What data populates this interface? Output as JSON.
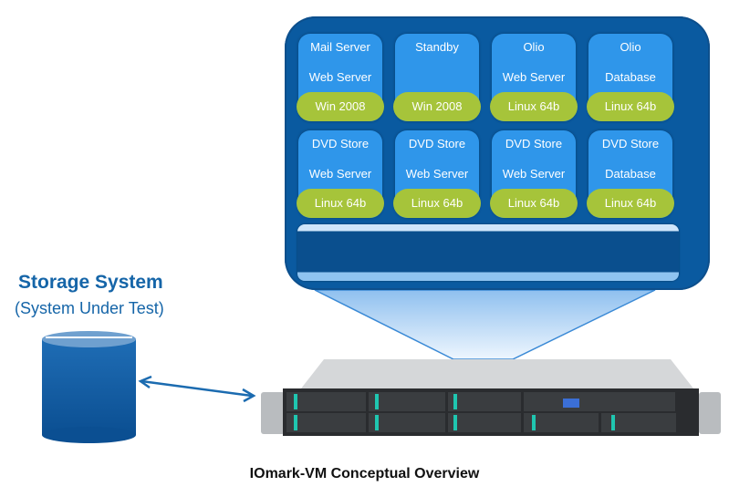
{
  "title": "IOmark-VM Conceptual Overview",
  "storage": {
    "title": "Storage System",
    "subtitle": "(System Under Test)"
  },
  "vms": [
    {
      "line1": "Mail Server",
      "line2": "Web Server",
      "os": "Win 2008"
    },
    {
      "line1": "Standby",
      "line2": "",
      "os": "Win 2008"
    },
    {
      "line1": "Olio",
      "line2": "Web Server",
      "os": "Linux 64b"
    },
    {
      "line1": "Olio",
      "line2": "Database",
      "os": "Linux 64b"
    },
    {
      "line1": "DVD Store",
      "line2": "Web Server",
      "os": "Linux 64b"
    },
    {
      "line1": "DVD Store",
      "line2": "Web Server",
      "os": "Linux 64b"
    },
    {
      "line1": "DVD Store",
      "line2": "Web Server",
      "os": "Linux 64b"
    },
    {
      "line1": "DVD Store",
      "line2": "Database",
      "os": "Linux 64b"
    }
  ],
  "colors": {
    "panel": "#0a5aa0",
    "vm": "#2f96ea",
    "os": "#a6c43a",
    "text_blue": "#1565a8"
  }
}
